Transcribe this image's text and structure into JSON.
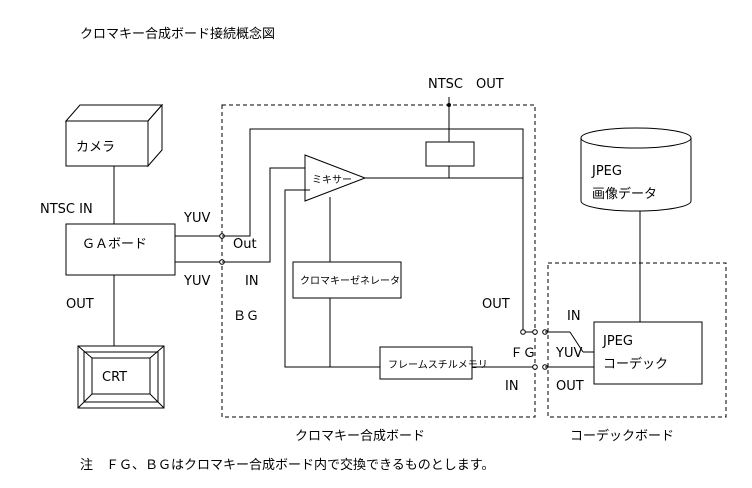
{
  "title": "クロマキー合成ボード接続概念図",
  "note": "注　ＦＧ、ＢＧはクロマキー合成ボード内で交換できるものとします。",
  "blocks": {
    "camera": "カメラ",
    "ga_board": "ＧＡボード",
    "crt": "CRT",
    "mixer": "ミキサー",
    "chroma_key_generator": "クロマキーゼネレータ",
    "frame_still_memory": "フレームスチルメモリ",
    "jpeg_data_line1": "JPEG",
    "jpeg_data_line2": "画像データ",
    "jpeg_codec_line1": "JPEG",
    "jpeg_codec_line2": "コーデック"
  },
  "labels": {
    "ntsc_out": "NTSC　OUT",
    "ntsc_in": "NTSC IN",
    "yuv_top": "YUV",
    "yuv_bottom": "YUV",
    "ga_out": "OUT",
    "out_port": "Out",
    "in_port": "IN",
    "bg": "ＢＧ",
    "fg": "ＦＧ",
    "out_right": "OUT",
    "in_right": "IN",
    "codec_in": "IN",
    "codec_yuv": "YUV",
    "codec_out": "OUT"
  },
  "regions": {
    "chroma_board": "クロマキー合成ボード",
    "codec_board": "コーデックボード"
  }
}
